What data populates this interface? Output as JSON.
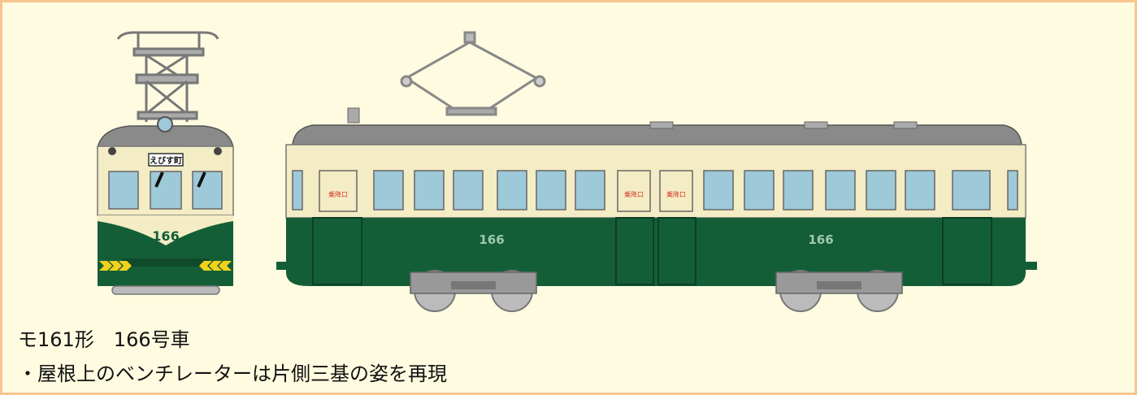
{
  "caption": {
    "model_line": "モ161形　166号車",
    "feature_line": "・屋根上のベンチレーターは片側三基の姿を再現"
  },
  "front_view": {
    "destination_sign": "えびす町",
    "car_number": "166"
  },
  "side_view": {
    "car_number_left": "166",
    "car_number_right": "166",
    "door_sign": "乗降口"
  },
  "colors": {
    "background": "#fefbe0",
    "border": "#f7c58f",
    "cream": "#f3ecc4",
    "green": "#145e37",
    "roof": "#8a8a8a",
    "window": "#9ec9d8",
    "chevron": "#f2d21a",
    "door_sign_text": "#d9392b"
  }
}
